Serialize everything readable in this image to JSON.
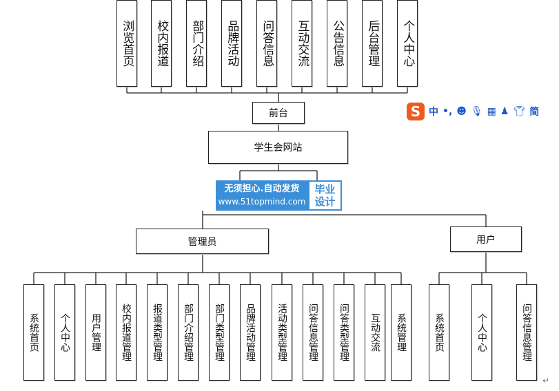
{
  "top_pages": [
    {
      "id": "browse-home",
      "label": "浏览首页"
    },
    {
      "id": "campus-news",
      "label": "校内报道"
    },
    {
      "id": "dept-intro",
      "label": "部门介绍"
    },
    {
      "id": "brand-activity",
      "label": "品牌活动"
    },
    {
      "id": "qa-info",
      "label": "问答信息"
    },
    {
      "id": "interaction",
      "label": "互动交流"
    },
    {
      "id": "notice-info",
      "label": "公告信息"
    },
    {
      "id": "backend",
      "label": "后台管理"
    },
    {
      "id": "personal-center",
      "label": "个人中心"
    }
  ],
  "frontend": {
    "label": "前台"
  },
  "site": {
    "label": "学生会网站"
  },
  "watermark": {
    "slogan": "无须担心.自动发货",
    "url": "www.51topmind.com",
    "badge_line1": "毕业",
    "badge_line2": "设计"
  },
  "admin": {
    "label": "管理员",
    "modules": [
      {
        "id": "sys-home",
        "label": "系统首页"
      },
      {
        "id": "personal",
        "label": "个人中心"
      },
      {
        "id": "user-mgmt",
        "label": "用户管理"
      },
      {
        "id": "news-mgmt",
        "label": "校内报道管理"
      },
      {
        "id": "news-type-mgmt",
        "label": "报道类型管理"
      },
      {
        "id": "dept-intro-mgmt",
        "label": "部门介绍管理"
      },
      {
        "id": "dept-type-mgmt",
        "label": "部门类型管理"
      },
      {
        "id": "brand-mgmt",
        "label": "品牌活动管理"
      },
      {
        "id": "activity-type-mgmt",
        "label": "活动类型管理"
      },
      {
        "id": "qa-info-mgmt",
        "label": "问答信息管理"
      },
      {
        "id": "qa-type-mgmt",
        "label": "问答类型管理"
      },
      {
        "id": "interaction",
        "label": "互动交流"
      },
      {
        "id": "sys-mgmt",
        "label": "系统管理"
      }
    ]
  },
  "user": {
    "label": "用户",
    "modules": [
      {
        "id": "user-sys-home",
        "label": "系统首页"
      },
      {
        "id": "user-personal",
        "label": "个人中心"
      },
      {
        "id": "user-qa-mgmt",
        "label": "问答信息管理"
      }
    ]
  },
  "ime_toolbar": {
    "logo": "S",
    "mode": "中",
    "punct": "•,",
    "extra": "简"
  },
  "colors": {
    "line": "#222222",
    "watermark_blue": "#3b8fd9",
    "ime_orange": "#f05a1e",
    "ime_blue": "#1b58c9"
  }
}
